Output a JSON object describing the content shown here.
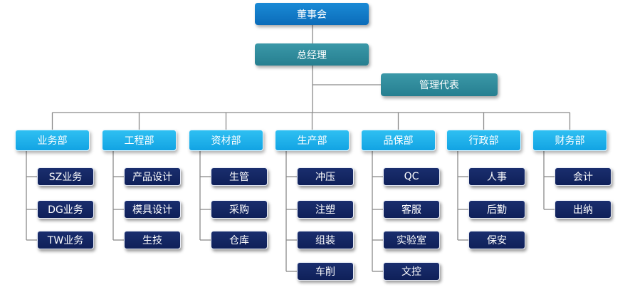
{
  "org": {
    "board": "董事会",
    "gm": "总经理",
    "mgmt_rep": "管理代表",
    "departments": [
      {
        "name": "业务部",
        "subs": [
          "SZ业务",
          "DG业务",
          "TW业务"
        ]
      },
      {
        "name": "工程部",
        "subs": [
          "产品设计",
          "模具设计",
          "生技"
        ]
      },
      {
        "name": "资材部",
        "subs": [
          "生管",
          "采购",
          "仓库"
        ]
      },
      {
        "name": "生产部",
        "subs": [
          "冲压",
          "注塑",
          "组装",
          "车削"
        ]
      },
      {
        "name": "品保部",
        "subs": [
          "QC",
          "客服",
          "实验室",
          "文控"
        ]
      },
      {
        "name": "行政部",
        "subs": [
          "人事",
          "后勤",
          "保安"
        ]
      },
      {
        "name": "财务部",
        "subs": [
          "会计",
          "出纳"
        ]
      }
    ]
  },
  "colors": {
    "board": "#0b6cb9",
    "gm": "#267f90",
    "dept": "#12a3e3",
    "sub": "#0f2059",
    "line": "#8a8a8a"
  }
}
